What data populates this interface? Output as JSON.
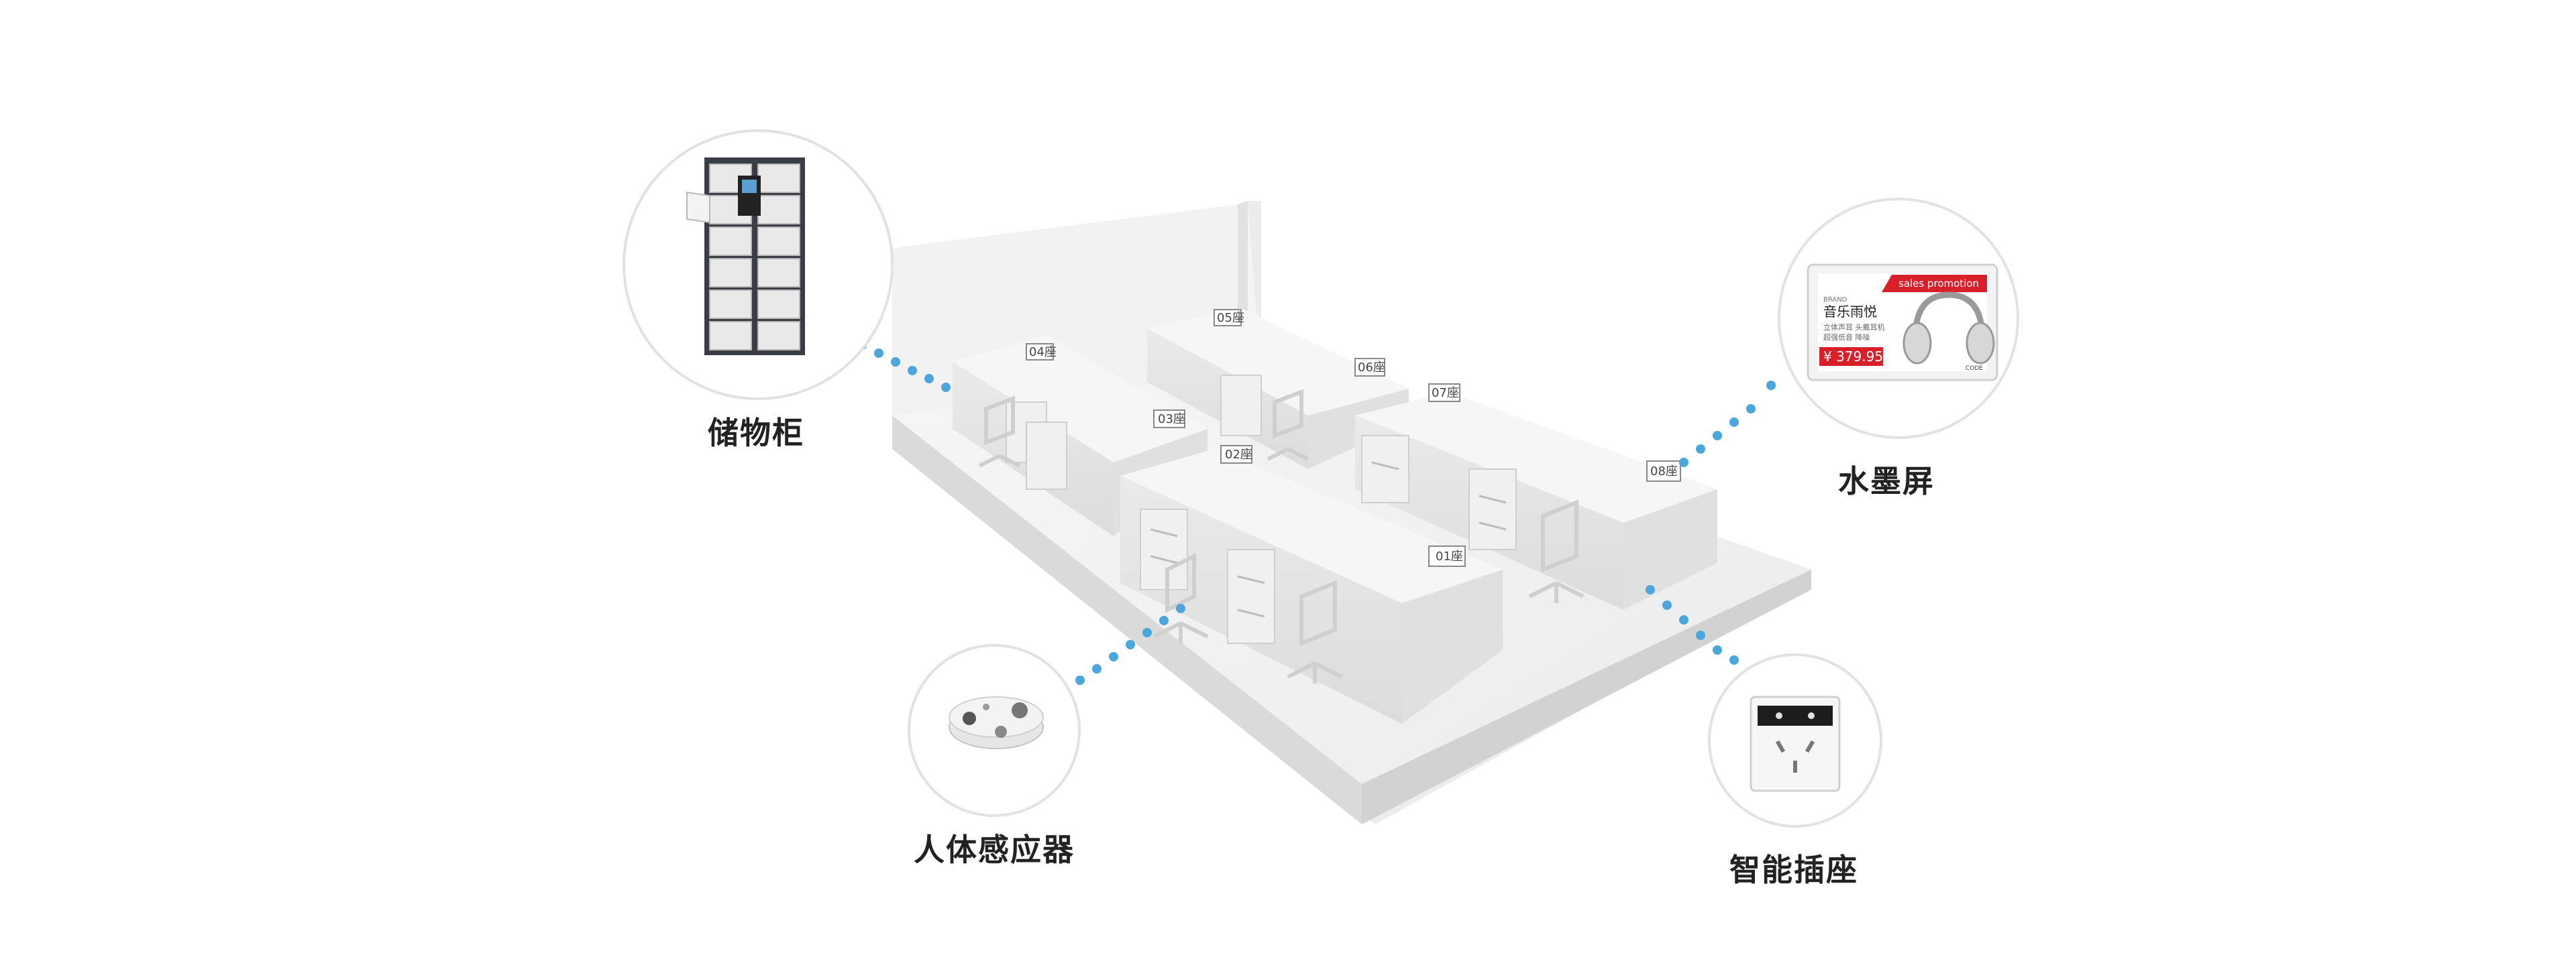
{
  "features": {
    "locker": {
      "label": "储物柜"
    },
    "eink": {
      "label": "水墨屏",
      "tag_banner": "sales promotion",
      "brand_small": "BRAND",
      "product_name": "音乐雨悦",
      "desc_line1": "立体声耳 头戴耳机",
      "desc_line2": "超强低音 降噪",
      "price": "¥ 379.95",
      "footer_small": "CODE"
    },
    "sensor": {
      "label": "人体感应器"
    },
    "socket": {
      "label": "智能插座"
    }
  },
  "desk_tags": [
    "01座",
    "02座",
    "03座",
    "04座",
    "05座",
    "06座",
    "07座",
    "08座"
  ],
  "colors": {
    "dot": "#4aa6dd",
    "price_red": "#d8202a",
    "platform": "#f4f4f4"
  }
}
